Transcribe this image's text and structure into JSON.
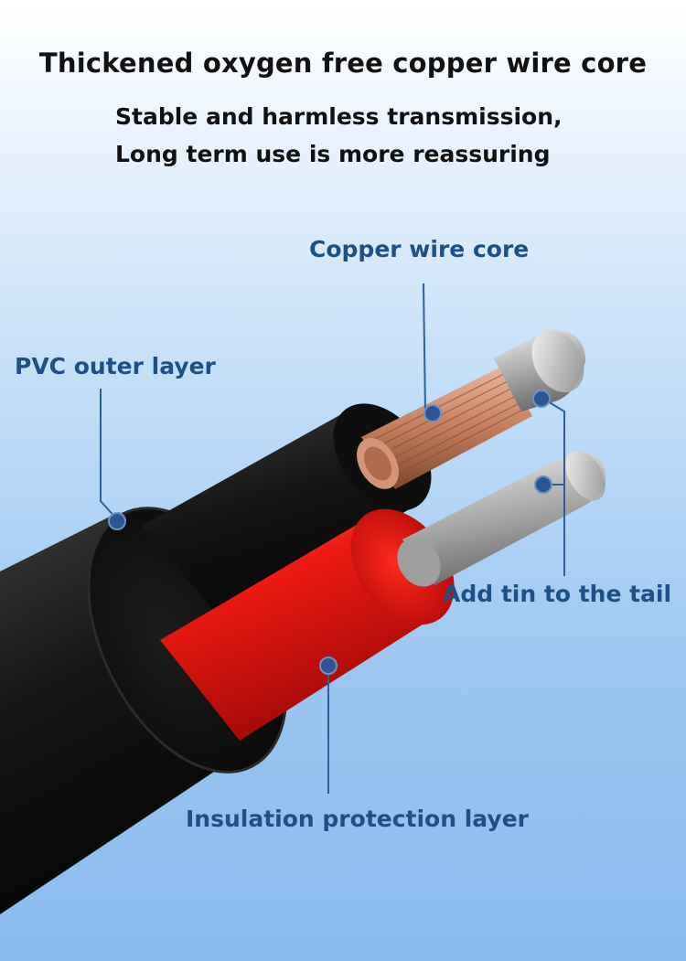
{
  "headline": "Thickened oxygen free copper wire core",
  "subtitle_lines": [
    "Stable and harmless transmission,",
    "Long term use is more reassuring"
  ],
  "callouts": {
    "copper_core": "Copper wire core",
    "pvc_outer": "PVC outer layer",
    "tin_tail": "Add tin to the tail",
    "insulation": "Insulation protection layer"
  },
  "colors": {
    "label_text": "#1e4f86",
    "leader_line": "#2f5e9a",
    "marker_dot": "#2c5594",
    "cable_black": "#111111",
    "insulation_red": "#e41515",
    "copper": "#c8876a",
    "tin": "#b5b5b5"
  }
}
